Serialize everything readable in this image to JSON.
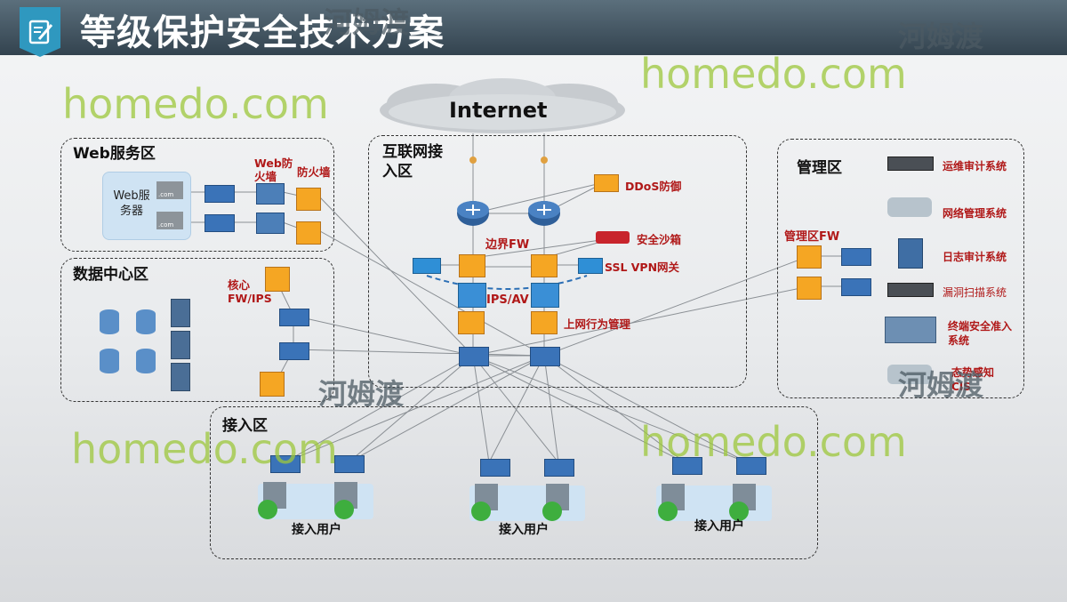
{
  "header": {
    "title": "等级保护安全技术方案"
  },
  "internet": {
    "label": "Internet"
  },
  "zones": {
    "web": {
      "title": "Web服务区",
      "server_label": "Web服务器",
      "domain_tag": ".com",
      "web_fw_label": "Web防火墙",
      "fw_label": "防火墙"
    },
    "dc": {
      "title": "数据中心区",
      "core_label": "核心FW/IPS"
    },
    "internet_access": {
      "title": "互联网接入区",
      "ddos": "DDoS防御",
      "sandbox": "安全沙箱",
      "edge_fw": "边界FW",
      "ssl_vpn": "SSL VPN网关",
      "ips": "IPS/AV",
      "behavior": "上网行为管理"
    },
    "mgmt": {
      "title": "管理区",
      "fw": "管理区FW",
      "items": [
        "运维审计系统",
        "网络管理系统",
        "日志审计系统",
        "漏洞扫描系统",
        "终端安全准入系统",
        "态势感知CIS"
      ]
    },
    "access": {
      "title": "接入区",
      "users": [
        "接入用户",
        "接入用户",
        "接入用户"
      ]
    }
  },
  "watermarks": {
    "latin": "homedo.com",
    "cn": "河姆渡"
  },
  "colors": {
    "header": "#3d4f5b",
    "accent": "#2f98bf",
    "label_red": "#b01818",
    "firewall": "#f5a623",
    "switch": "#3a73b8"
  }
}
